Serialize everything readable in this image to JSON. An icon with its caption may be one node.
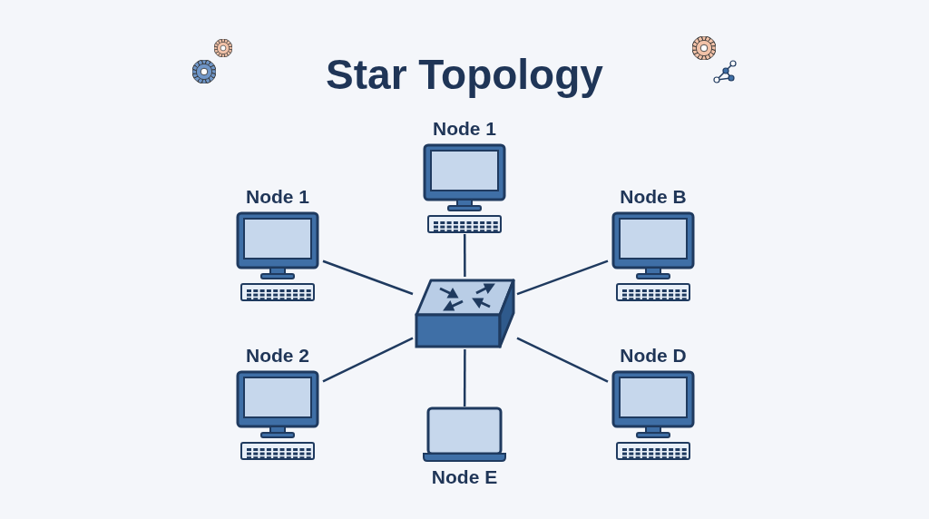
{
  "diagram": {
    "title": "Star Topology",
    "nodes": [
      {
        "text": [
          "Node 1"
        ]
      },
      {
        "text": [
          "Node 1"
        ]
      },
      {
        "text": [
          "Node B"
        ]
      },
      {
        "text": [
          "Node 2"
        ]
      },
      {
        "text": [
          "Node D"
        ]
      },
      {
        "text": [
          "Node E"
        ]
      },
      {
        "text": [],
        "shape": "picture"
      }
    ],
    "edges": [
      {
        "from": 6,
        "to": 0,
        "arrow": "none"
      },
      {
        "from": 6,
        "to": 1,
        "arrow": "none"
      },
      {
        "from": 6,
        "to": 2,
        "arrow": "none"
      },
      {
        "from": 6,
        "to": 3,
        "arrow": "none"
      },
      {
        "from": 6,
        "to": 4,
        "arrow": "none"
      },
      {
        "from": 6,
        "to": 5,
        "arrow": "none"
      }
    ]
  }
}
